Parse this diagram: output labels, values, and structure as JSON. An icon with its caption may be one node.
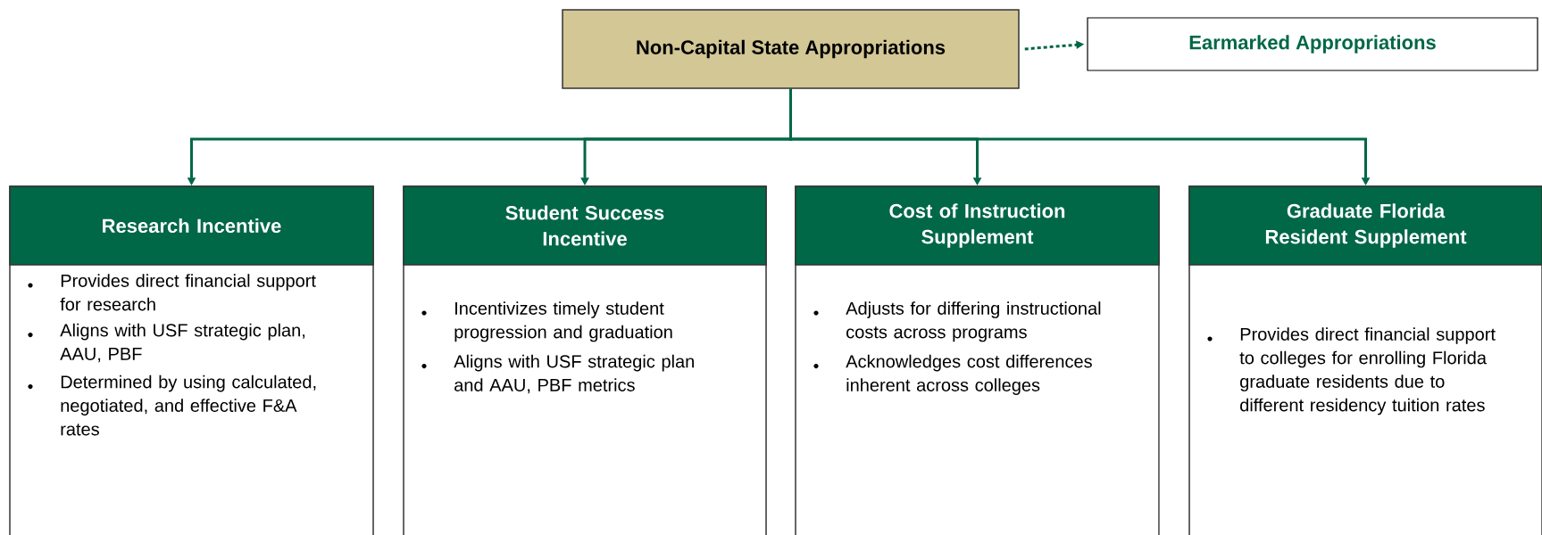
{
  "diagram": {
    "nodes": [
      {
        "text": [
          "Non-Capital State Appropriations"
        ]
      },
      {
        "text": [
          "Earmarked Appropriations"
        ]
      },
      {
        "text": [
          "Research Incentive",
          "Provides direct financial support for research",
          "Aligns with USF strategic plan, AAU, PBF",
          "Determined by using calculated, negotiated, and effective F&A rates"
        ]
      },
      {
        "text": [
          "Student Success Incentive",
          "Incentivizes timely student progression and graduation",
          "Aligns with USF strategic plan and AAU, PBF metrics"
        ]
      },
      {
        "text": [
          "Cost of Instruction Supplement",
          "Adjusts for differing instructional costs across programs",
          "Acknowledges cost differences inherent across colleges"
        ]
      },
      {
        "text": [
          "Graduate Florida Resident Supplement",
          "Provides direct financial support to colleges for enrolling Florida graduate residents due to different residency tuition rates"
        ]
      }
    ],
    "edges": [
      {
        "from": 0,
        "to": 1,
        "arrow": "to",
        "style": "dashed"
      },
      {
        "from": 0,
        "to": 2,
        "arrow": "to"
      },
      {
        "from": 0,
        "to": 3,
        "arrow": "to"
      },
      {
        "from": 0,
        "to": 4,
        "arrow": "to"
      },
      {
        "from": 0,
        "to": 5,
        "arrow": "to"
      }
    ]
  }
}
